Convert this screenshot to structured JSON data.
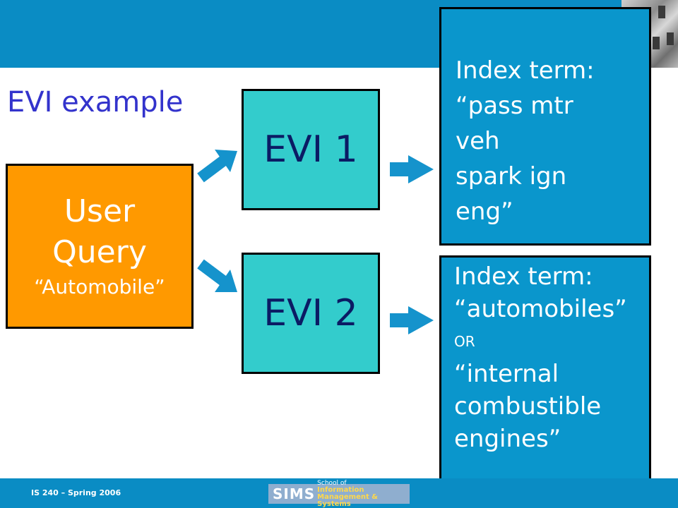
{
  "title": "EVI example",
  "query": {
    "line1": "User",
    "line2": "Query",
    "line3": "“Automobile”"
  },
  "evi_boxes": [
    "EVI 1",
    "EVI 2"
  ],
  "index_term_1": {
    "lines": [
      "Index term:",
      "“pass mtr",
      "veh",
      "spark ign",
      "eng”"
    ]
  },
  "index_term_2": {
    "lines": [
      "Index term:",
      "“automobiles”",
      "OR",
      "“internal",
      "combustible",
      "engines”"
    ]
  },
  "footer": {
    "course": "IS 240 – Spring 2006",
    "logo_main": "SIMS",
    "logo_line1": "School of",
    "logo_line2": "Information Management & Systems"
  },
  "colors": {
    "accent_blue": "#0a8cc4",
    "query_orange": "#ff9900",
    "evi_teal": "#33cccc",
    "index_blue": "#0a96cc",
    "title_blue": "#3333cc"
  },
  "icons": [
    "arrow-icon"
  ]
}
